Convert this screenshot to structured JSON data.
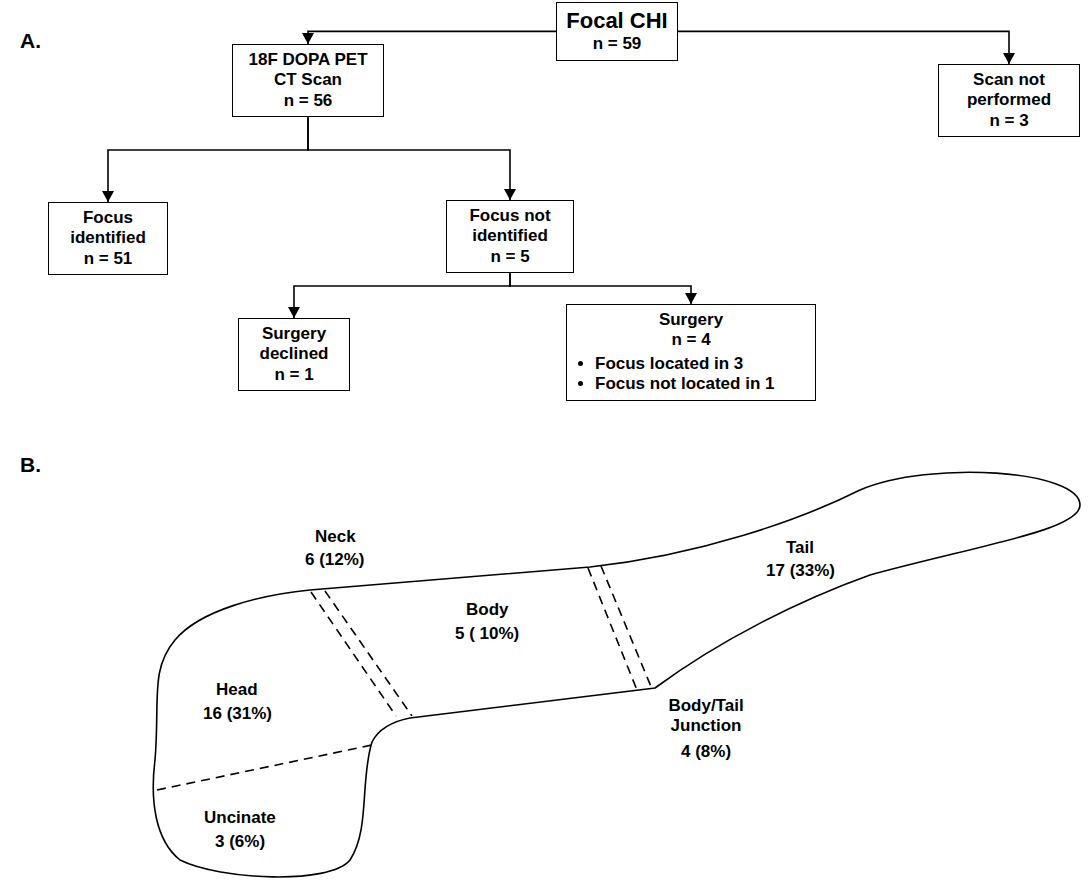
{
  "diagram": {
    "nodes": [
      {
        "text": [
          "Focal CHI",
          "n = 59"
        ]
      },
      {
        "text": [
          "18F DOPA PET CT Scan",
          "n = 56"
        ]
      },
      {
        "text": [
          "Scan not performed",
          "n = 3"
        ]
      },
      {
        "text": [
          "Focus identified",
          "n = 51"
        ]
      },
      {
        "text": [
          "Focus not identified",
          "n = 5"
        ]
      },
      {
        "text": [
          "Surgery declined",
          "n = 1"
        ]
      },
      {
        "text": [
          "Surgery",
          "n = 4",
          "Focus located in 3",
          "Focus not located in 1"
        ]
      }
    ],
    "edges": [
      {
        "from": 0,
        "to": 1,
        "arrow": "to"
      },
      {
        "from": 0,
        "to": 2,
        "arrow": "to"
      },
      {
        "from": 1,
        "to": 3,
        "arrow": "to"
      },
      {
        "from": 1,
        "to": 4,
        "arrow": "to"
      },
      {
        "from": 4,
        "to": 5,
        "arrow": "to"
      },
      {
        "from": 4,
        "to": 6,
        "arrow": "to"
      }
    ],
    "labels": [
      "A.",
      "B.",
      "Neck",
      "6 (12%)",
      "Tail",
      "17 (33%)",
      "Body",
      "5 ( 10%)",
      "Head",
      "16 (31%)",
      "Body/Tail Junction",
      "4 (8%)",
      "Uncinate",
      "3 (6%)"
    ]
  }
}
